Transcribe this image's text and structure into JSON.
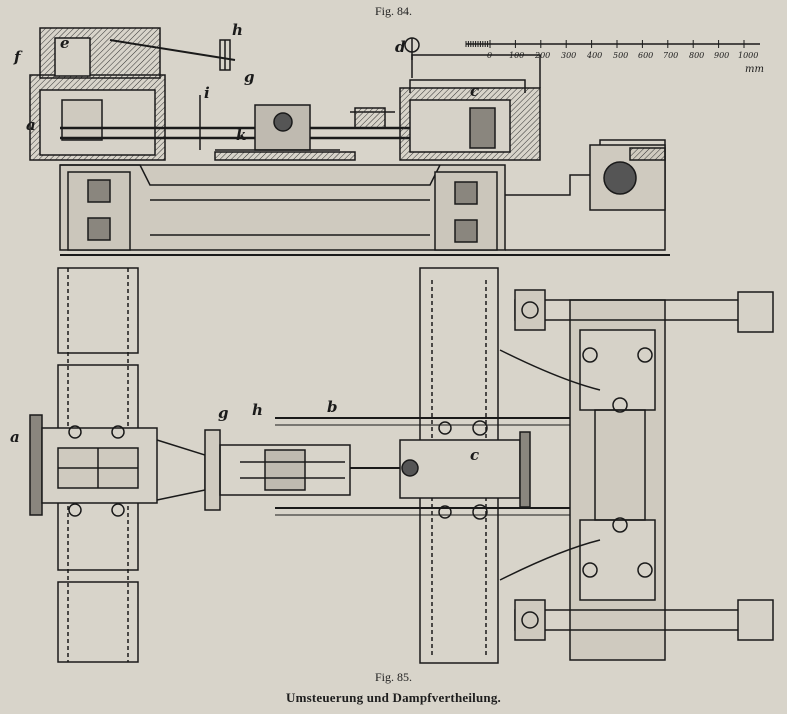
{
  "captions": {
    "fig84": "Fig. 84.",
    "fig85": "Fig. 85.",
    "title": "Umsteuerung und Dampfvertheilung."
  },
  "scale": {
    "ticks": [
      "0",
      "100",
      "200",
      "300",
      "400",
      "500",
      "600",
      "700",
      "800",
      "900",
      "1000"
    ],
    "unit": "mm"
  },
  "labels_top": {
    "a": "a",
    "f": "f",
    "e": "e",
    "h": "h",
    "g": "g",
    "i": "i",
    "k": "k",
    "d": "d",
    "c": "c"
  },
  "labels_bottom": {
    "a": "a",
    "g": "g",
    "h": "h",
    "b": "b",
    "c": "c"
  }
}
